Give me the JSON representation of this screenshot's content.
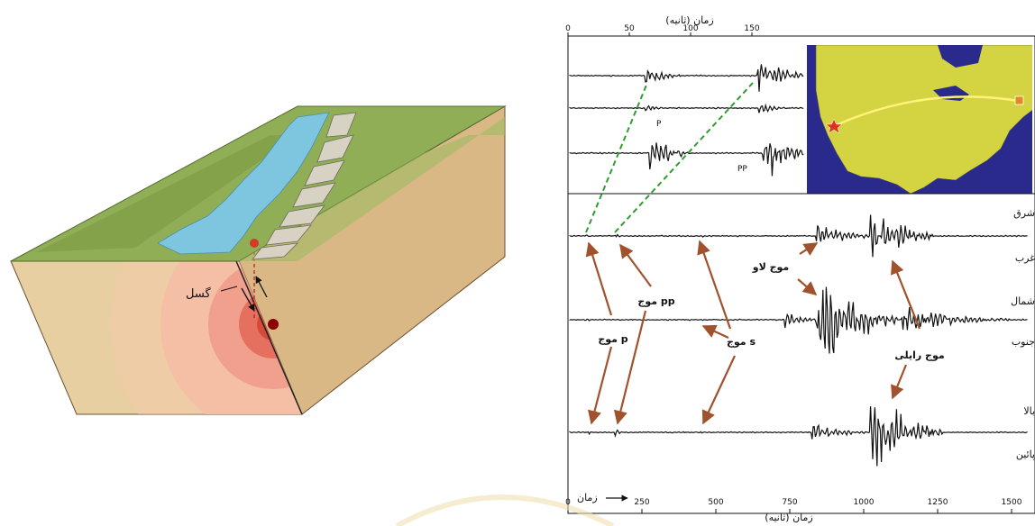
{
  "block_diagram": {
    "fault_label": "گسل"
  },
  "seismogram": {
    "top_axis_label": "زمان (ثانیه)",
    "top_ticks": [
      "0",
      "50",
      "100",
      "150"
    ],
    "bottom_axis_label": "زمان (ثانیه)",
    "bottom_ticks": [
      "0",
      "250",
      "500",
      "750",
      "1000",
      "1250",
      "1500"
    ],
    "time_arrow_label": "زمان",
    "top_trace_labels": {
      "p": "P",
      "pp": "PP"
    },
    "component_labels": [
      "شرق",
      "غرب",
      "شمال",
      "جنوب",
      "بالا",
      "پائین"
    ],
    "wave_labels": {
      "p": "موج p",
      "pp": "موج pp",
      "s": "موج s",
      "love": "موج لاو",
      "rayleigh": "موج رایلی"
    }
  },
  "colors": {
    "water": "#7ec6e0",
    "terrain": "#8fae55",
    "soil": "#e6c99a",
    "hypocenter": "#d23a2a",
    "map_ocean": "#2a2a8c",
    "map_land": "#d4d442",
    "arrow": "#a0522d",
    "dashed": "#2e9e2e",
    "route": "#fff27a"
  }
}
